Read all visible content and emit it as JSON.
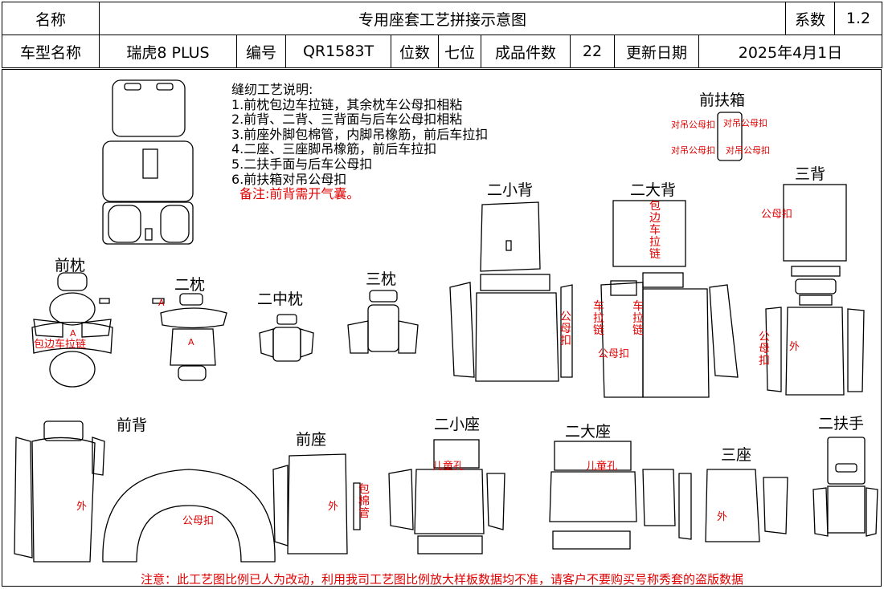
{
  "header": {
    "name_label": "名称",
    "title": "专用座套工艺拼接示意图",
    "version_label": "系数",
    "version": "1.2",
    "model_label": "车型名称",
    "model": "瑞虎8 PLUS",
    "code_label": "编号",
    "code": "QR1583T",
    "seats_label": "位数",
    "seats": "七位",
    "pieces_label": "成品件数",
    "pieces": "22",
    "date_label": "更新日期",
    "date": "2025年4月1日"
  },
  "notes": {
    "heading": "缝纫工艺说明:",
    "items": [
      "1.前枕包边车拉链，其余枕车公母扣相粘",
      "2.前背、二背、三背面与后车公母扣相粘",
      "3.前座外脚包棉管，内脚吊橡筋，前后车拉扣",
      "4.二座、三座脚吊橡筋，前后车拉扣",
      "5.二扶手面与后车公母扣",
      "6.前扶箱对吊公母扣"
    ],
    "remark": "备注:前背需开气囊。"
  },
  "parts": {
    "front_armbox": "前扶箱",
    "second_small_back": "二小背",
    "second_big_back": "二大背",
    "third_back": "三背",
    "front_pillow": "前枕",
    "second_pillow": "二枕",
    "second_mid_pillow": "二中枕",
    "third_pillow": "三枕",
    "front_back": "前背",
    "front_seat": "前座",
    "second_small_seat": "二小座",
    "second_big_seat": "二大座",
    "third_seat": "三座",
    "second_armrest": "二扶手"
  },
  "marks": {
    "pair_hook": "对吊公母扣",
    "hook": "公母扣",
    "edge_zipper_v": "包边车拉链",
    "edge_zipper": "包边车拉链",
    "zipper": "车拉链",
    "outer": "外",
    "cotton_tube": "包棉管",
    "child_hole": "儿童孔",
    "a": "A"
  },
  "footer": "注意：此工艺图比例已人为改动，利用我司工艺图比例放大样板数据均不准，请客户不要购买号称秀套的盗版数据"
}
